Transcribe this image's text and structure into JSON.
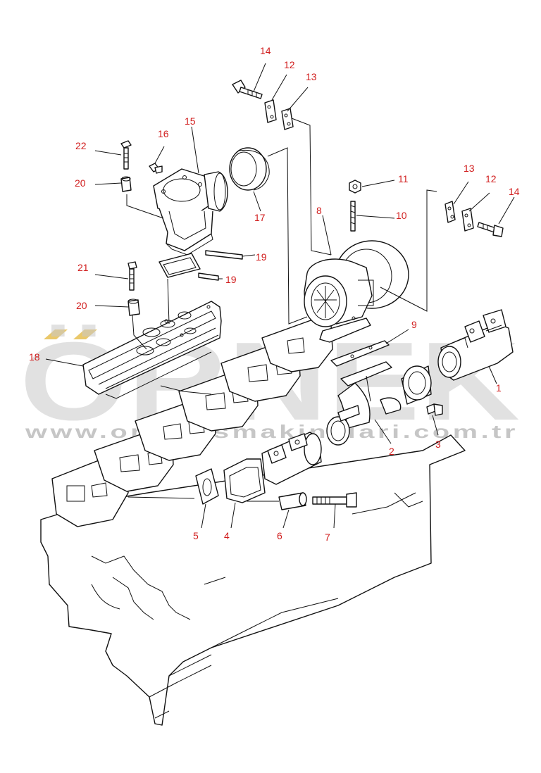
{
  "watermark": {
    "brand": "ÖRNEK",
    "url": "www.ornekismakinalari.com.tr",
    "accent_color": "#e8c25a",
    "text_color": "#c9c9c9"
  },
  "callout_color": "#d11e1e",
  "callouts": {
    "c14a": "14",
    "c12a": "12",
    "c13a": "13",
    "c22": "22",
    "c16": "16",
    "c15": "15",
    "c20a": "20",
    "c17": "17",
    "c11": "11",
    "c8": "8",
    "c10": "10",
    "c13b": "13",
    "c12b": "12",
    "c14b": "14",
    "c19a": "19",
    "c21": "21",
    "c19b": "19",
    "c20b": "20",
    "c9": "9",
    "c18": "18",
    "c1": "1",
    "c2": "2",
    "c3": "3",
    "c5": "5",
    "c4": "4",
    "c6": "6",
    "c7": "7"
  }
}
